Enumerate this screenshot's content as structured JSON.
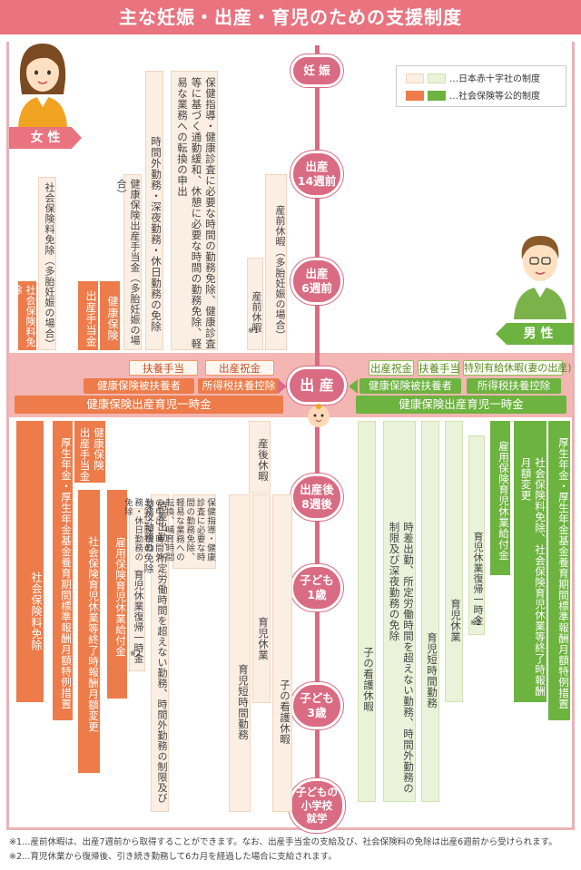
{
  "title": "主な妊娠・出産・育児のための支援制度",
  "legend": {
    "red_cross": "…日本赤十字社の制度",
    "public": "…社会保険等公的制度"
  },
  "labels": {
    "woman": "女 性",
    "man": "男 性"
  },
  "nodes": {
    "pregnancy": "妊 娠",
    "w14": "出産\n14週前",
    "w6": "出産\n6週前",
    "birth": "出 産",
    "after8": "出産後\n8週後",
    "age1": "子ども\n1歳",
    "age3": "子ども\n3歳",
    "school": "子どもの\n小学校\n就学"
  },
  "woman_pre": {
    "protection": "保健指導・健康診査に必要な時間の勤務免除、健康診査等に基づく通勤緩和、休憩に必要な時間の勤務免除、軽易な業務への転換の申出",
    "overtime": "時間外勤務・深夜勤務・休日勤務の免除",
    "maternity_pay_multi": "健康保険出産手当金（多胎妊娠の場合）",
    "social_exempt_multi": "社会保険料免除（多胎妊娠の場合）",
    "social_exempt": "社会保険料免除",
    "health_ins": "健康保険",
    "maternity_allow": "出産手当金",
    "prenatal_leave": "産前休暇",
    "prenatal_leave_multi": "産前休暇（多胎妊娠の場合）",
    "note1_mark": "※1"
  },
  "birth_band": {
    "w_row1": [
      "扶養手当",
      "出産祝金"
    ],
    "w_row2": [
      "健康保険被扶養者",
      "所得税扶養控除"
    ],
    "w_row3": "健康保険出産育児一時金",
    "m_row1": [
      "出産祝金",
      "扶養手当",
      "特別有給休暇(妻の出産)"
    ],
    "m_row2": [
      "健康保険被扶養者",
      "所得税扶養控除"
    ],
    "m_row3": "健康保険出産育児一時金"
  },
  "woman_post": {
    "social_exempt": "社会保険料免除",
    "pension": "厚生年金・厚生年金基金養育期間標準報酬月額特例措置",
    "maternity_allow": "健康保険\n出産手当金",
    "social_change": "社会保険育児休業等終了時報酬月額変更",
    "employment": "雇用保険育児休業給付金",
    "return_pay": "育児休業復帰一時金",
    "note2_mark": "※2",
    "shortwork": "時差出勤、所定労働時間を超えない勤務、時間外勤務の制限及び深夜勤務の免除",
    "protection": "保健指導・健康診査に必要な時間の勤務免除、軽易な業務への転換、哺育時間の申出、時間外勤務・深夜勤務・休日勤務の免除",
    "postnatal": "産後休暇",
    "short_hours": "育児短時間勤務",
    "childcare_leave": "育児休業",
    "nursing_leave": "子の看護休暇"
  },
  "man_post": {
    "nursing_leave": "子の看護休暇",
    "shortwork": "時差出勤、所定労働時間を超えない勤務、時間外勤務の制限及び深夜勤務の免除",
    "short_hours": "育児短時間勤務",
    "childcare_leave": "育児休業",
    "return_pay": "育児休業復帰一時金",
    "note2_mark": "※2",
    "employment": "雇用保険育児休業給付金",
    "social_change": "社会保険料免除、社会保険育児休業等終了時報酬月額変更",
    "pension": "厚生年金・厚生年金基金養育期間標準報酬月額特例措置"
  },
  "footnotes": [
    "※1…産前休暇は、出産7週前から取得することができます。なお、出産手当金の支給及び、社会保険料の免除は出産6週前から受けられます。",
    "※2…育児休業から復帰後、引き続き勤務して6カ月を経過した場合に支給されます。"
  ],
  "colors": {
    "title": "#e9737f",
    "timeline": "#d96b83",
    "woman_dark": "#ed7c4a",
    "woman_light": "#fbeee3",
    "man_dark": "#6db33f",
    "man_light": "#eaf3da"
  }
}
